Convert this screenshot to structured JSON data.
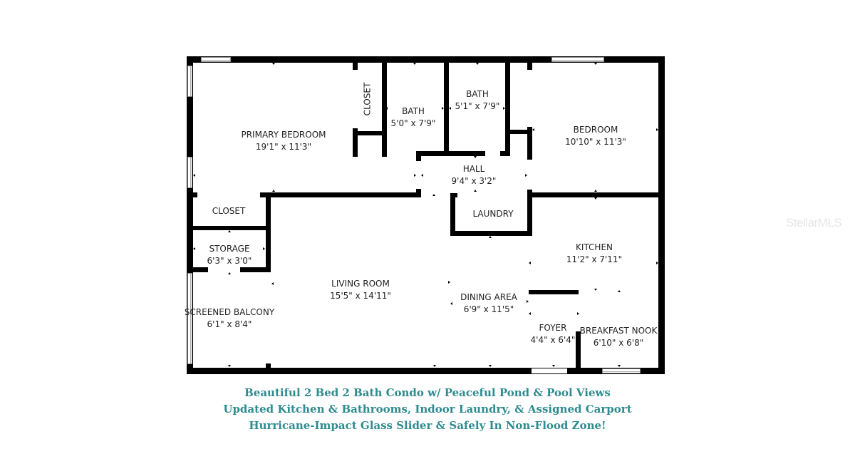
{
  "floorplan": {
    "rooms": [
      {
        "id": "primary-bedroom",
        "name": "PRIMARY BEDROOM",
        "dims": "19'1\" x 11'3\""
      },
      {
        "id": "closet-primary",
        "name": "CLOSET",
        "dims": ""
      },
      {
        "id": "bath-1",
        "name": "BATH",
        "dims": "5'0\" x 7'9\""
      },
      {
        "id": "bath-2",
        "name": "BATH",
        "dims": "5'1\" x 7'9\""
      },
      {
        "id": "bedroom",
        "name": "BEDROOM",
        "dims": "10'10\" x 11'3\""
      },
      {
        "id": "hall",
        "name": "HALL",
        "dims": "9'4\" x 3'2\""
      },
      {
        "id": "closet-living",
        "name": "CLOSET",
        "dims": ""
      },
      {
        "id": "laundry",
        "name": "LAUNDRY",
        "dims": ""
      },
      {
        "id": "storage",
        "name": "STORAGE",
        "dims": "6'3\" x 3'0\""
      },
      {
        "id": "kitchen",
        "name": "KITCHEN",
        "dims": "11'2\" x 7'11\""
      },
      {
        "id": "living-room",
        "name": "LIVING ROOM",
        "dims": "15'5\" x 14'11\""
      },
      {
        "id": "dining-area",
        "name": "DINING AREA",
        "dims": "6'9\" x 11'5\""
      },
      {
        "id": "screened-balcony",
        "name": "SCREENED BALCONY",
        "dims": "6'1\" x 8'4\""
      },
      {
        "id": "foyer",
        "name": "FOYER",
        "dims": "4'4\" x 6'4\""
      },
      {
        "id": "breakfast-nook",
        "name": "BREAKFAST NOOK",
        "dims": "6'10\" x 6'8\""
      }
    ]
  },
  "caption": {
    "line1": "Beautiful 2 Bed 2 Bath Condo w/ Peaceful Pond & Pool Views",
    "line2": "Updated Kitchen & Bathrooms, Indoor Laundry, & Assigned Carport",
    "line3": "Hurricane-Impact Glass Slider & Safely In Non-Flood Zone!"
  },
  "watermark": "StellarMLS",
  "colors": {
    "wall": "#000000",
    "caption": "#2e8b8f",
    "label": "#222222"
  }
}
